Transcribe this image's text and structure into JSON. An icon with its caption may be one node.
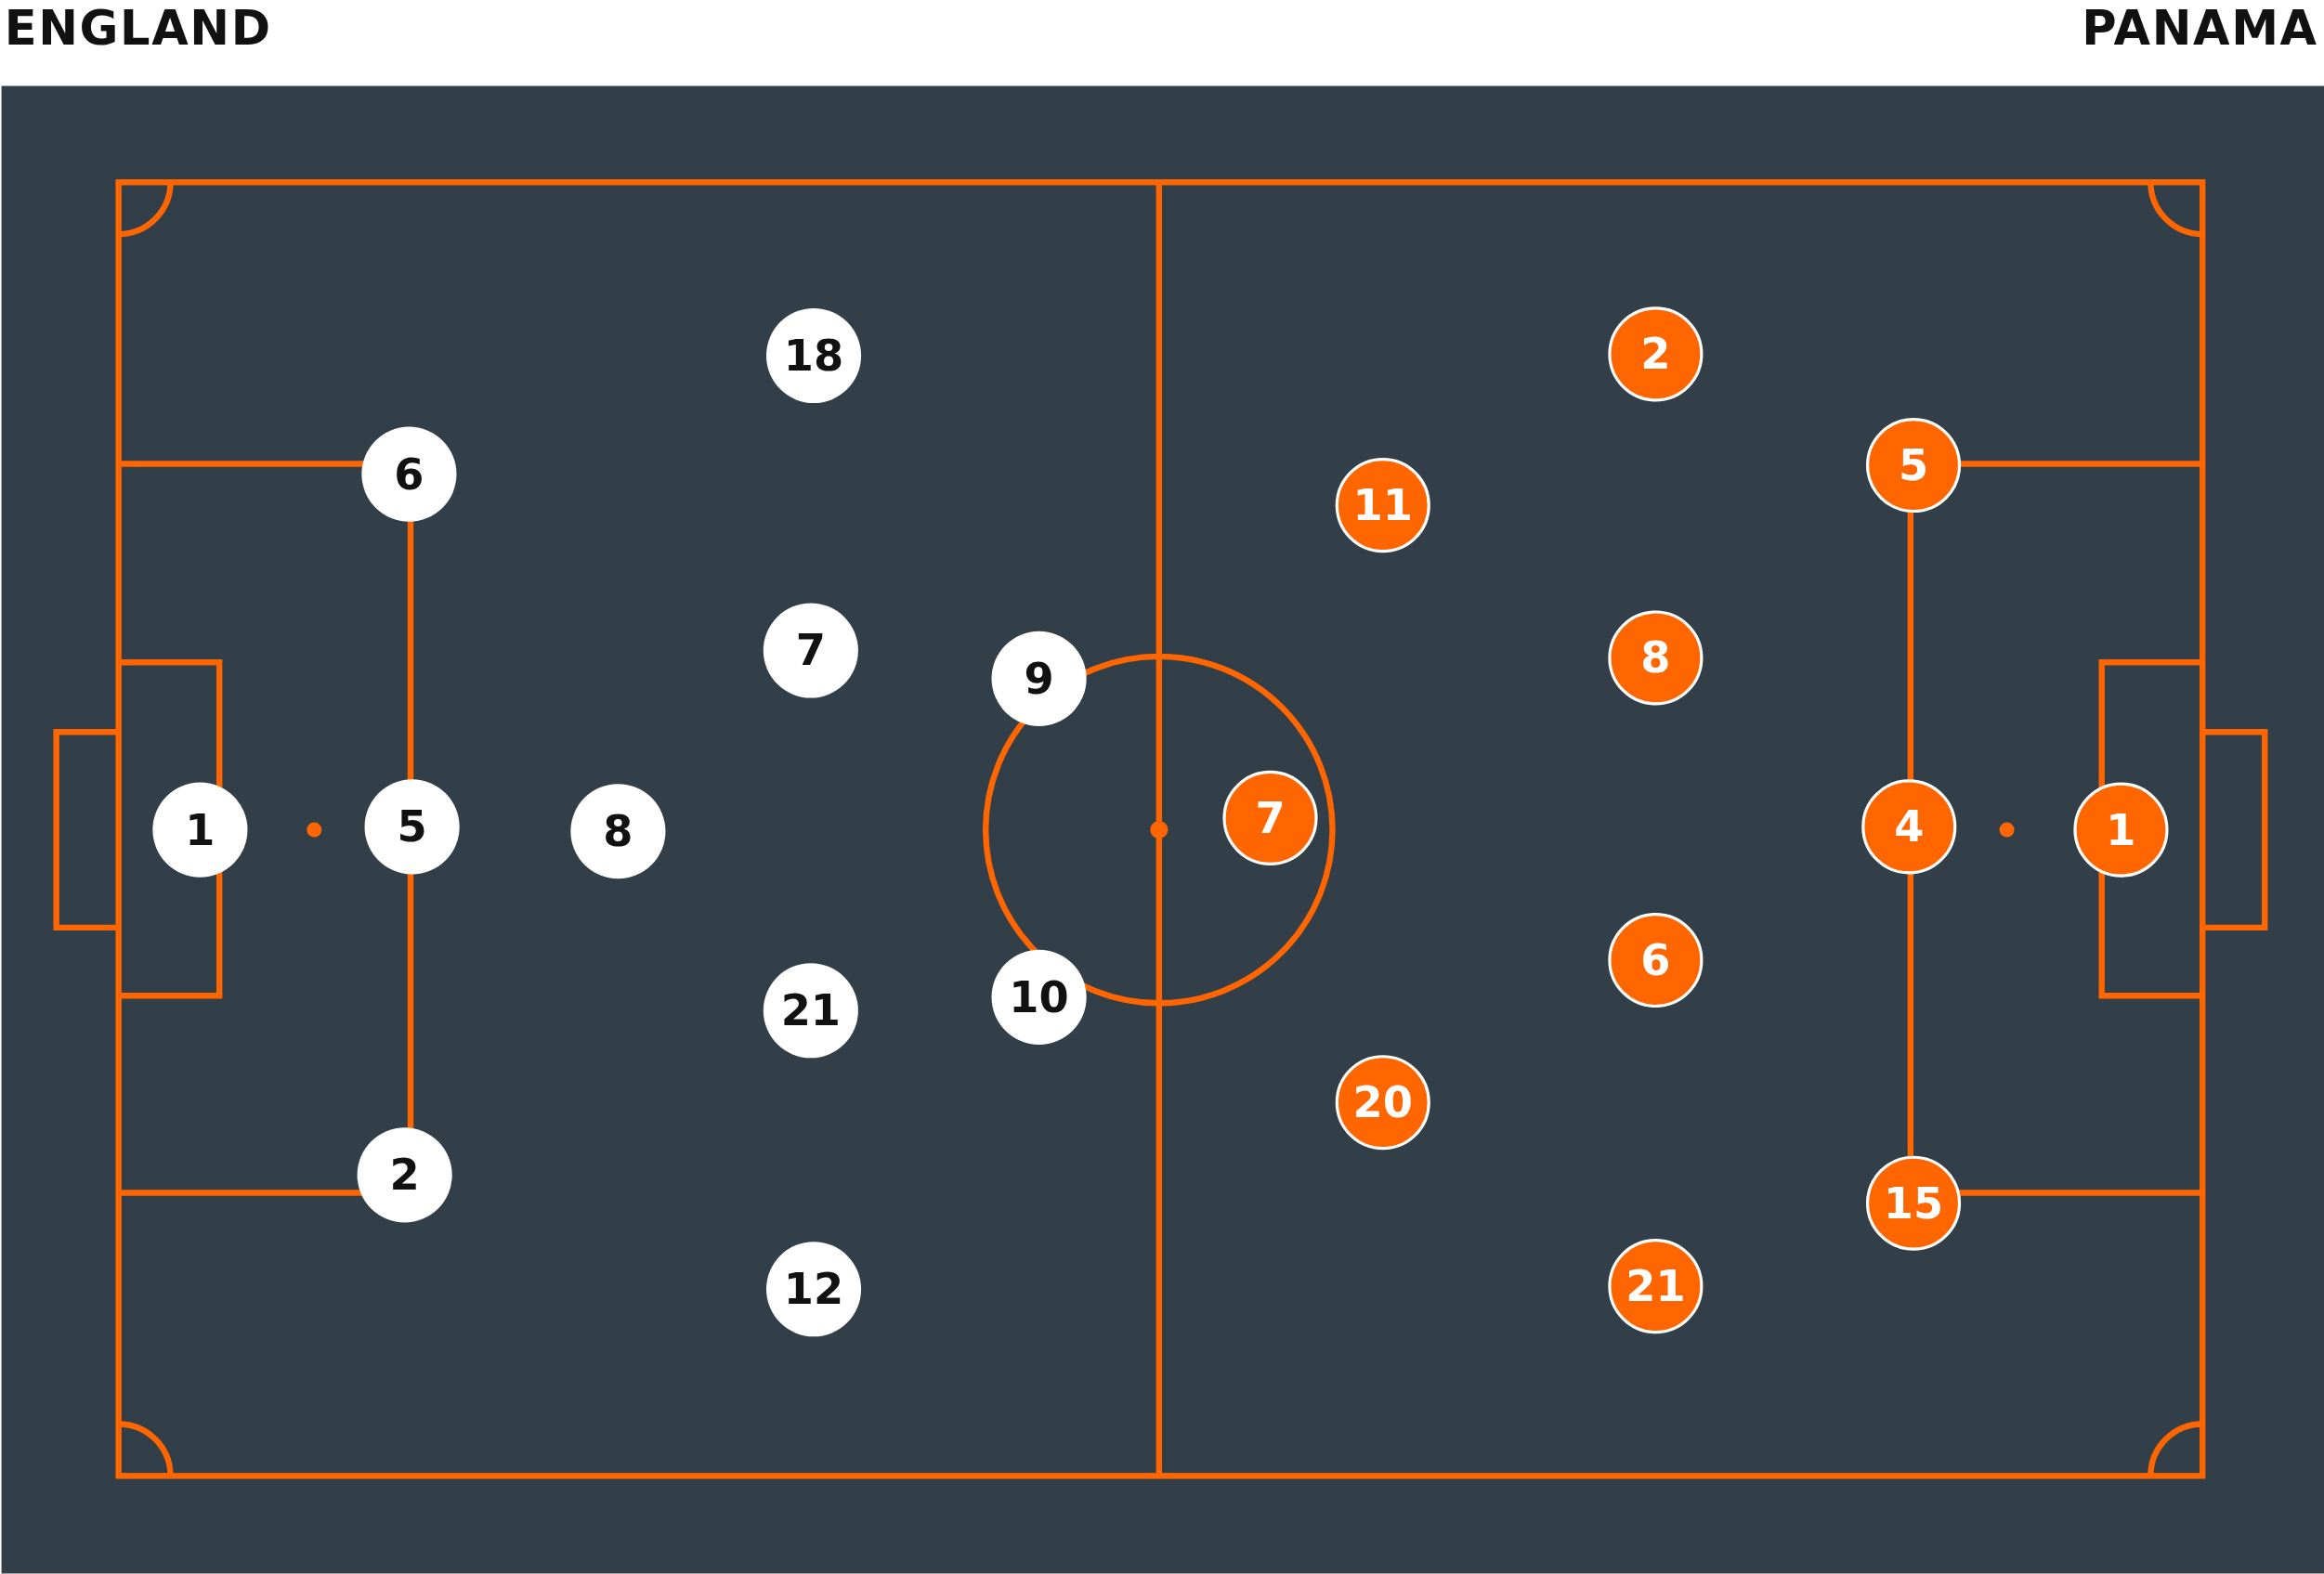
{
  "diagram": {
    "nodes": [
      {
        "text": [
          "18"
        ]
      },
      {
        "text": [
          "6"
        ]
      },
      {
        "text": [
          "7"
        ]
      },
      {
        "text": [
          "9"
        ]
      },
      {
        "text": [
          "1"
        ]
      },
      {
        "text": [
          "5"
        ]
      },
      {
        "text": [
          "8"
        ]
      },
      {
        "text": [
          "21"
        ]
      },
      {
        "text": [
          "10"
        ]
      },
      {
        "text": [
          "2"
        ]
      },
      {
        "text": [
          "12"
        ]
      },
      {
        "text": [
          "2"
        ]
      },
      {
        "text": [
          "5"
        ]
      },
      {
        "text": [
          "11"
        ]
      },
      {
        "text": [
          "8"
        ]
      },
      {
        "text": [
          "7"
        ]
      },
      {
        "text": [
          "4"
        ]
      },
      {
        "text": [
          "1"
        ]
      },
      {
        "text": [
          "6"
        ]
      },
      {
        "text": [
          "20"
        ]
      },
      {
        "text": [
          "15"
        ]
      },
      {
        "text": [
          "21"
        ]
      }
    ],
    "labels": [
      "ENGLAND",
      "PANAMA"
    ]
  }
}
